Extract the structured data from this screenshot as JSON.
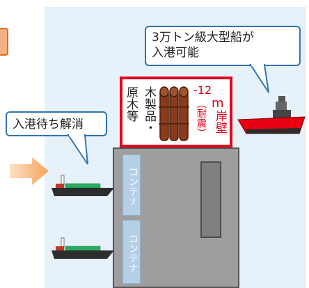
{
  "callouts": {
    "big_ship_line1": "3万トン級大型船が",
    "big_ship_line2": "入港可能",
    "waiting": "入港待ち解消"
  },
  "sign": {
    "cargo_col1": "原木等",
    "cargo_col2": "木製品・",
    "berth_depth": "-12",
    "berth_unit": "m",
    "berth_word": "岸壁",
    "berth_note": "（耐震）"
  },
  "containers": {
    "label_top": "コンテナ",
    "label_bottom": "コンテナ"
  },
  "colors": {
    "panel": "#e6f1f9",
    "callout_border": "#2e75b6",
    "sign_red": "#e0001b",
    "arrow_orange": "#f6a45c",
    "ship_red": "#e60012"
  }
}
